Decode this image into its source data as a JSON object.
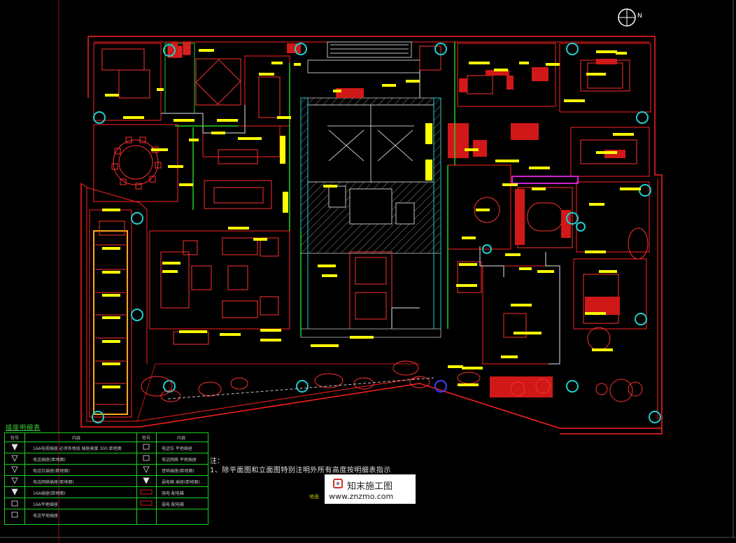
{
  "drawing": {
    "north_label": "N",
    "colors": {
      "wall": "#ff2020",
      "furniture": "#ff3030",
      "tag": "#ffff00",
      "cyan": "#20d0d0",
      "green": "#20d020",
      "white": "#ffffff",
      "gray": "#9a9a9a",
      "magenta": "#d020d0"
    }
  },
  "legend": {
    "title": "插座明细表",
    "header": {
      "sym": "符号",
      "content": "内容",
      "sym2": "符号",
      "content2": "内容"
    },
    "rows": [
      {
        "left": "16A电视插座 必须有地线 插座高度 300 距地面",
        "right": "电话位 平地插座"
      },
      {
        "left": "电话插座(距地面)",
        "right": "电话网络 平地插座"
      },
      {
        "left": "电话位插座(距地面)",
        "right": "音响插座(距地面)"
      },
      {
        "left": "电话网络插座(距地面)",
        "right": "弱电箱 插座(距地面)"
      },
      {
        "left": "16A插座(距地面)",
        "right": "强电 配电箱"
      },
      {
        "left": "16A平地插座",
        "right": "弱电 配电箱"
      },
      {
        "left": "电话平地插座",
        "right": ""
      }
    ]
  },
  "notes": {
    "title": "注：",
    "line1": "1、除平面图和立面图特别注明外所有高度按明细表指示"
  },
  "stub": "地面",
  "watermark": {
    "name": "知末施工图",
    "url": "www.znzmo.com"
  }
}
